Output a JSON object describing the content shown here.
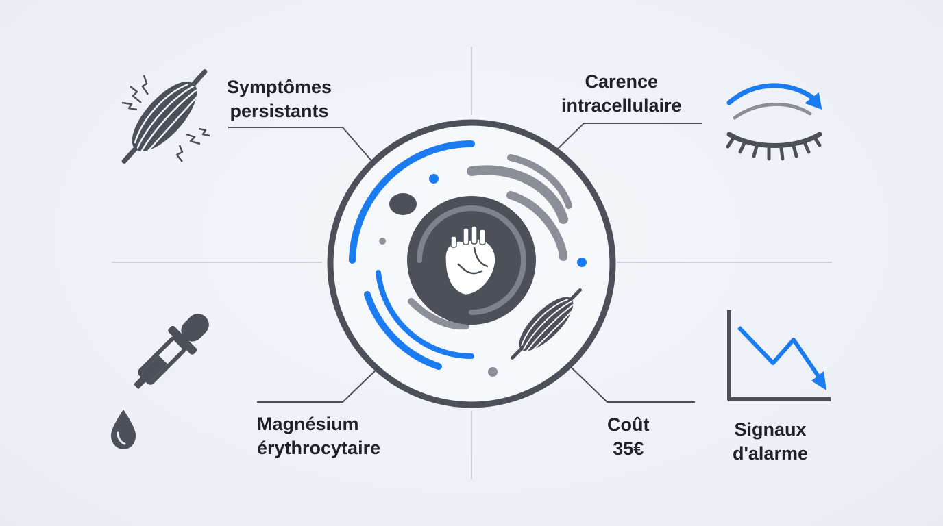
{
  "labels": {
    "symptomes": [
      "Symptômes",
      "persistants"
    ],
    "carence": [
      "Carence",
      "intracellulaire"
    ],
    "magnesium": [
      "Magnésium",
      "érythrocytaire"
    ],
    "cout": [
      "Coût",
      "35€"
    ],
    "signaux": [
      "Signaux",
      "d'alarme"
    ]
  },
  "icons": {
    "top_left": "muscle-cramp-icon",
    "top_right": "eye-blink-icon",
    "bottom_left": "dropper-icon",
    "bottom_right": "declining-chart-icon",
    "center": "heart-icon",
    "cell_muscle": "muscle-fiber-icon"
  },
  "colors": {
    "accent_blue": "#1a7cf0",
    "dark_gray": "#4b5059",
    "mid_gray": "#7d828b",
    "background": "#eef1f6"
  }
}
